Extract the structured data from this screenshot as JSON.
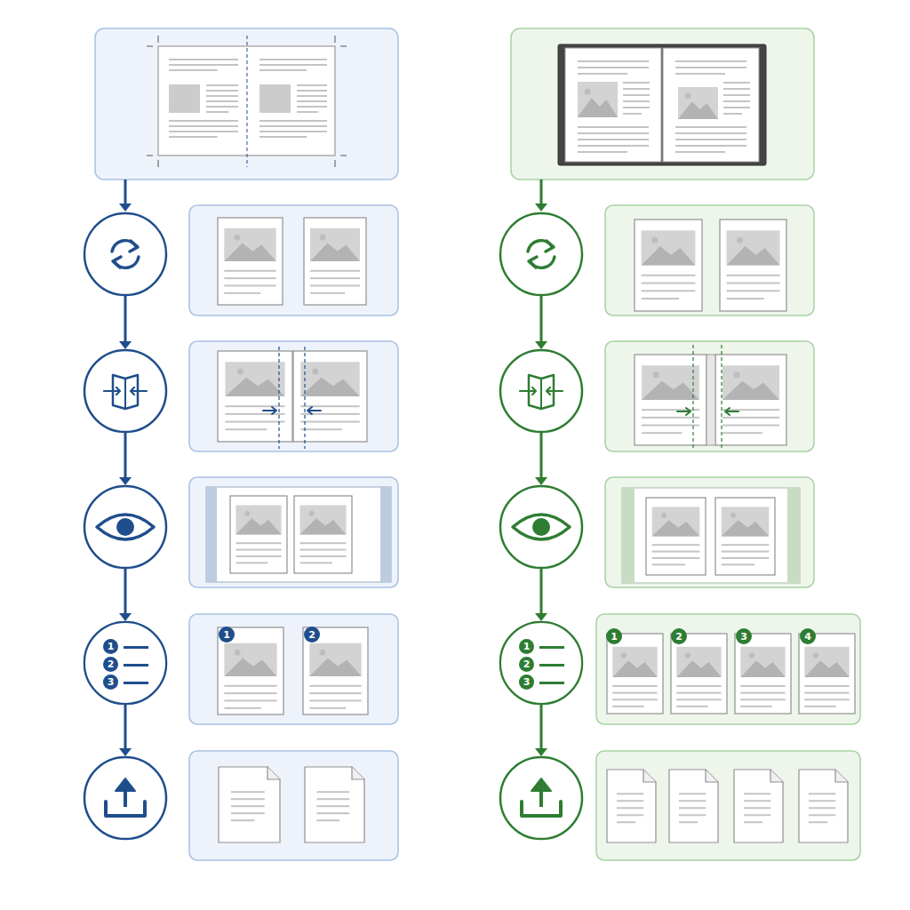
{
  "diagram": {
    "nodes": [
      {
        "text": [
          "1",
          "2",
          "3"
        ]
      },
      {
        "text": [
          "1"
        ]
      },
      {
        "text": [
          "2"
        ]
      },
      {
        "text": [
          "1",
          "2",
          "3"
        ]
      },
      {
        "text": [
          "1"
        ]
      },
      {
        "text": [
          "2"
        ]
      },
      {
        "text": [
          "3"
        ]
      },
      {
        "text": [
          "4"
        ]
      }
    ]
  }
}
